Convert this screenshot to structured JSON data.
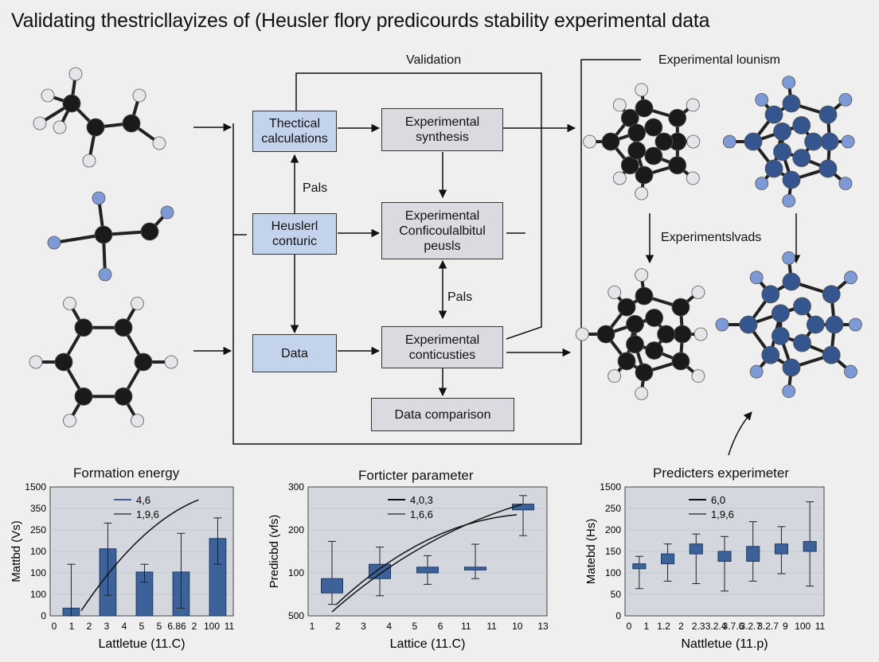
{
  "title": "Validating thestricllayizes of (Heusler flory predicourds stability experimental data",
  "flow": {
    "validation_label": "Validation",
    "experimental_top_label": "Experimental lounism",
    "experimental_mid_label": "Experimentslvads",
    "pals_left": "Pals",
    "pals_right": "Pals",
    "boxes": {
      "theoretical": [
        "Thectical",
        "calculations"
      ],
      "heusler": [
        "Heuslerl",
        "conturic"
      ],
      "data": [
        "Data"
      ],
      "exp_synthesis": [
        "Experimental",
        "synthesis"
      ],
      "exp_conf": [
        "Experimental",
        "Conficoulalbitul",
        "peusls"
      ],
      "exp_contin": [
        "Experimental",
        "conticusties"
      ],
      "data_comparison": [
        "Data comparison"
      ]
    }
  },
  "colors": {
    "box_blue": "#c4d3ec",
    "box_grey": "#d9dbe0",
    "bar": "#3d6299",
    "atom_black": "#1a1a1a",
    "atom_white": "#e6e6ea",
    "atom_blue": "#7d9ad6"
  },
  "chart_data": [
    {
      "type": "bar",
      "title": "Formation energy",
      "xlabel": "Lattletue (11.C)",
      "ylabel": "Mattbd (Vs)",
      "yticks": [
        "0",
        "100",
        "100",
        "100",
        "250",
        "350",
        "1500"
      ],
      "xticks": [
        "0",
        "1",
        "2",
        "3",
        "4",
        "5",
        "5",
        "6.86",
        "2",
        "100",
        "11"
      ],
      "legend": [
        "4,6",
        "1,9,6"
      ],
      "values": [
        0.3,
        2.6,
        1.7,
        1.7,
        3.0
      ],
      "errors": [
        [
          0,
          2
        ],
        [
          0.8,
          3.6
        ],
        [
          1.3,
          2.0
        ],
        [
          0.3,
          3.2
        ],
        [
          2.0,
          3.8
        ]
      ],
      "trend": [
        [
          0.8,
          0.2
        ],
        [
          4.0,
          4.5
        ]
      ]
    },
    {
      "type": "box",
      "title": "Forticter parameter",
      "xlabel": "Lattice (11.C)",
      "ylabel": "Predicbd (vfs)",
      "yticks": [
        "500",
        "100",
        "200",
        "300"
      ],
      "xticks": [
        "1",
        "2",
        "3",
        "4",
        "5",
        "6",
        "11",
        "11",
        "10",
        "13"
      ],
      "legend": [
        "4,0,3",
        "1,6,6"
      ],
      "boxes": [
        {
          "lo": 0.4,
          "q1": 0.8,
          "q3": 1.3,
          "hi": 2.6
        },
        {
          "lo": 0.7,
          "q1": 1.3,
          "q3": 1.8,
          "hi": 2.4
        },
        {
          "lo": 1.1,
          "q1": 1.5,
          "q3": 1.7,
          "hi": 2.1
        },
        {
          "lo": 1.3,
          "q1": 1.6,
          "q3": 1.7,
          "hi": 2.5
        },
        {
          "lo": 2.8,
          "q1": 3.7,
          "q3": 3.9,
          "hi": 4.2
        }
      ]
    },
    {
      "type": "box",
      "title": "Predicters experimeter",
      "xlabel": "Nattletue (11.p)",
      "ylabel": "Matebd (Hs)",
      "yticks": [
        "0",
        "50",
        "100",
        "150",
        "200",
        "250",
        "1500"
      ],
      "xticks": [
        "0",
        "1",
        "1.2",
        "2",
        "2.3",
        "3.2.4",
        "3.7.6",
        "3.2.7",
        "3.2.7",
        "9",
        "100",
        "11"
      ],
      "legend": [
        "6,0",
        "1,9,6"
      ],
      "boxes": [
        {
          "lo": 0.55,
          "q1": 0.95,
          "q3": 1.05,
          "hi": 1.2
        },
        {
          "lo": 0.7,
          "q1": 1.05,
          "q3": 1.25,
          "hi": 1.45
        },
        {
          "lo": 0.65,
          "q1": 1.25,
          "q3": 1.45,
          "hi": 1.65
        },
        {
          "lo": 0.5,
          "q1": 1.1,
          "q3": 1.3,
          "hi": 1.6
        },
        {
          "lo": 0.7,
          "q1": 1.1,
          "q3": 1.4,
          "hi": 1.9
        },
        {
          "lo": 0.85,
          "q1": 1.25,
          "q3": 1.45,
          "hi": 1.8
        },
        {
          "lo": 0.6,
          "q1": 1.3,
          "q3": 1.5,
          "hi": 2.3
        }
      ]
    }
  ]
}
